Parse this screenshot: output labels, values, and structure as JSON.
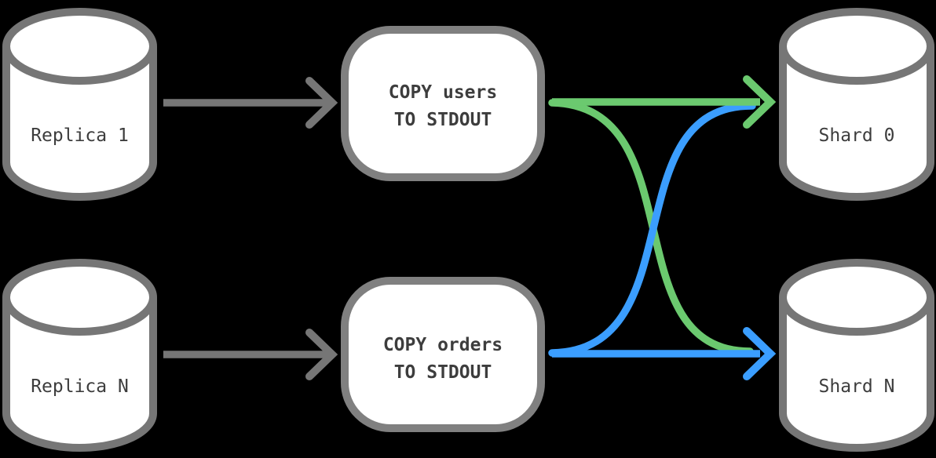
{
  "diagram": {
    "type": "database-sharding-flow",
    "background_color": "#000000",
    "colors": {
      "node_stroke": "#767676",
      "node_fill": "#ffffff",
      "label_text": "#3d3d3d",
      "edge_gray": "#767676",
      "edge_green": "#6bc96f",
      "edge_blue": "#3b9eff"
    },
    "sources": [
      {
        "id": "replica-1",
        "label": "Replica 1",
        "shape": "database-cylinder"
      },
      {
        "id": "replica-n",
        "label": "Replica N",
        "shape": "database-cylinder"
      }
    ],
    "processes": [
      {
        "id": "copy-users",
        "line1": "COPY users",
        "line2": "TO STDOUT",
        "shape": "rounded-rect"
      },
      {
        "id": "copy-orders",
        "line1": "COPY orders",
        "line2": "TO STDOUT",
        "shape": "rounded-rect"
      }
    ],
    "targets": [
      {
        "id": "shard-0",
        "label": "Shard 0",
        "shape": "database-cylinder"
      },
      {
        "id": "shard-n",
        "label": "Shard N",
        "shape": "database-cylinder"
      }
    ],
    "edges": [
      {
        "from": "replica-1",
        "to": "copy-users",
        "color": "#767676",
        "style": "straight-arrow"
      },
      {
        "from": "replica-n",
        "to": "copy-orders",
        "color": "#767676",
        "style": "straight-arrow"
      },
      {
        "from": "copy-users",
        "to": "shard-0",
        "color": "#6bc96f",
        "style": "straight-arrow"
      },
      {
        "from": "copy-users",
        "to": "shard-n",
        "color": "#6bc96f",
        "style": "curved-arrow"
      },
      {
        "from": "copy-orders",
        "to": "shard-0",
        "color": "#3b9eff",
        "style": "curved-arrow"
      },
      {
        "from": "copy-orders",
        "to": "shard-n",
        "color": "#3b9eff",
        "style": "straight-arrow"
      }
    ]
  }
}
